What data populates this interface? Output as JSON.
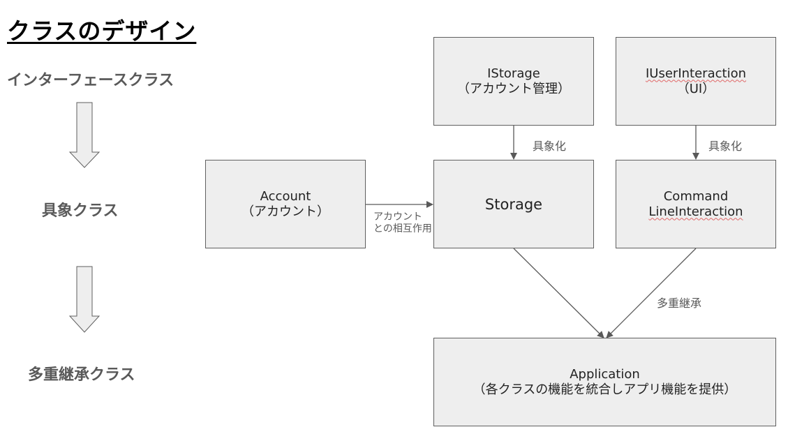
{
  "title": "クラスのデザイン",
  "left_column": {
    "interface_label": "インターフェースクラス",
    "concrete_label": "具象クラス",
    "multiple_inheritance_label": "多重継承クラス"
  },
  "boxes": {
    "istorage": {
      "line1": "IStorage",
      "line2": "（アカウント管理）"
    },
    "iuserinteraction": {
      "line1": "IUserInteraction",
      "line2": "（UI）"
    },
    "account": {
      "line1": "Account",
      "line2": "（アカウント）"
    },
    "storage": {
      "line1": "Storage"
    },
    "commandline": {
      "line1": "Command",
      "line2": "LineInteraction"
    },
    "application": {
      "line1": "Application",
      "line2": "（各クラスの機能を統合しアプリ機能を提供）"
    }
  },
  "edges": {
    "istorage_to_storage": "具象化",
    "iui_to_commandline": "具象化",
    "account_to_storage_line1": "アカウント",
    "account_to_storage_line2": "との相互作用",
    "to_application": "多重継承"
  },
  "colors": {
    "box_fill": "#eeeeee",
    "box_border": "#5f5f5f",
    "connector": "#595959",
    "spell_underline": "#e06666"
  }
}
